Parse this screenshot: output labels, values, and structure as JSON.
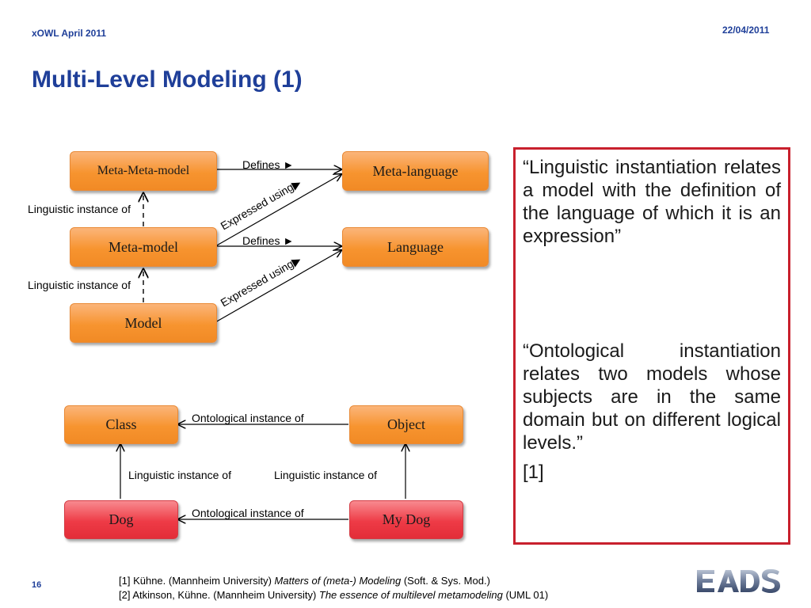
{
  "header": {
    "event": "xOWL April 2011",
    "date": "22/04/2011"
  },
  "title": "Multi-Level Modeling (1)",
  "diagram_top": {
    "nodes": {
      "meta_meta_model": "Meta-Meta-model",
      "meta_language": "Meta-language",
      "meta_model": "Meta-model",
      "language": "Language",
      "model": "Model"
    },
    "edges": {
      "defines_1": "Defines ►",
      "defines_2": "Defines ►",
      "expressed_1": "Expressed using",
      "expressed_2": "Expressed using",
      "linguistic_1": "Linguistic instance of",
      "linguistic_2": "Linguistic instance of"
    }
  },
  "diagram_bottom": {
    "nodes": {
      "class": "Class",
      "object": "Object",
      "dog": "Dog",
      "my_dog": "My Dog"
    },
    "edges": {
      "ontological_1": "Ontological instance of",
      "ontological_2": "Ontological instance of",
      "linguistic_left": "Linguistic instance of",
      "linguistic_right": "Linguistic instance of"
    }
  },
  "quote": {
    "q1": "“Linguistic instantiation relates a model with the definition of the language of which it is an expression”",
    "q2": "“Ontological instantiation relates two models whose subjects are in the same domain but on different logical levels.”",
    "ref": "[1]"
  },
  "footer": {
    "page": "16",
    "ref1_pre": "[1] Kühne. (Mannheim University) ",
    "ref1_title": "Matters of (meta-) Modeling",
    "ref1_post": " (Soft. & Sys. Mod.)",
    "ref2_pre": "[2] Atkinson, Kühne. (Mannheim University) ",
    "ref2_title": "The essence of multilevel metamodeling",
    "ref2_post": " (UML 01)",
    "logo": "EADS"
  },
  "colors": {
    "accent_blue": "#1f3f99",
    "node_orange": "#f7942f",
    "node_red": "#ee3b46",
    "quote_border": "#c8202d"
  }
}
